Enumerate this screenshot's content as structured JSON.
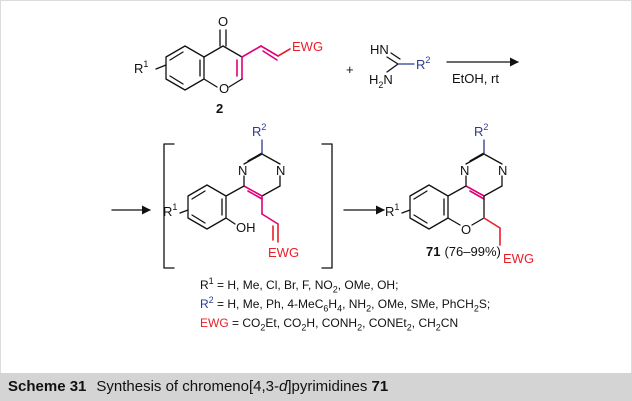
{
  "colors": {
    "r1_blue": "#2b3a8f",
    "ewg_red": "#e8202a",
    "bond_magenta": "#e0007a",
    "caption_bg": "#d4d4d4"
  },
  "reagents": {
    "o_label": "O",
    "ring_o": "O",
    "r1": "R",
    "r1_sup": "1",
    "ewg": "EWG",
    "compound": "2",
    "plus": "+",
    "hn": "HN",
    "h2n": "H",
    "h2n_sub": "2",
    "h2n_tail": "N",
    "r2": "R",
    "r2_sup": "2"
  },
  "conditions": "EtOH, rt",
  "intermediate": {
    "r2": "R",
    "r2_sup": "2",
    "n_left": "N",
    "n_right": "N",
    "r1": "R",
    "r1_sup": "1",
    "oh": "OH",
    "ewg": "EWG"
  },
  "product": {
    "r2": "R",
    "r2_sup": "2",
    "n_left": "N",
    "n_right": "N",
    "r1": "R",
    "r1_sup": "1",
    "ring_o": "O",
    "ewg": "EWG",
    "number": "71",
    "yield": "(76–99%)"
  },
  "legend": {
    "line1_sym": "R",
    "line1_sup": "1",
    "line1_a": " = H, Me, Cl, Br, F, NO",
    "line1_sub": "2",
    "line1_b": ", OMe, OH;",
    "line2_sym": "R",
    "line2_sup": "2",
    "line2_a": " = H, Me, Ph, 4-MeC",
    "line2_sub1": "6",
    "line2_b": "H",
    "line2_sub2": "4",
    "line2_c": ", NH",
    "line2_sub3": "2",
    "line2_d": ", OMe, SMe, PhCH",
    "line2_sub4": "2",
    "line2_e": "S;",
    "line3_sym": "EWG",
    "line3_a": " = CO",
    "line3_sub1": "2",
    "line3_b": "Et, CO",
    "line3_sub2": "2",
    "line3_c": "H, CONH",
    "line3_sub3": "2",
    "line3_d": ", CONEt",
    "line3_sub4": "2",
    "line3_e": ", CH",
    "line3_sub5": "2",
    "line3_f": "CN"
  },
  "caption": {
    "label": "Scheme 31",
    "text_a": "Synthesis of chromeno[4,3-",
    "text_ital": "d",
    "text_b": "]pyrimidines ",
    "number": "71"
  }
}
